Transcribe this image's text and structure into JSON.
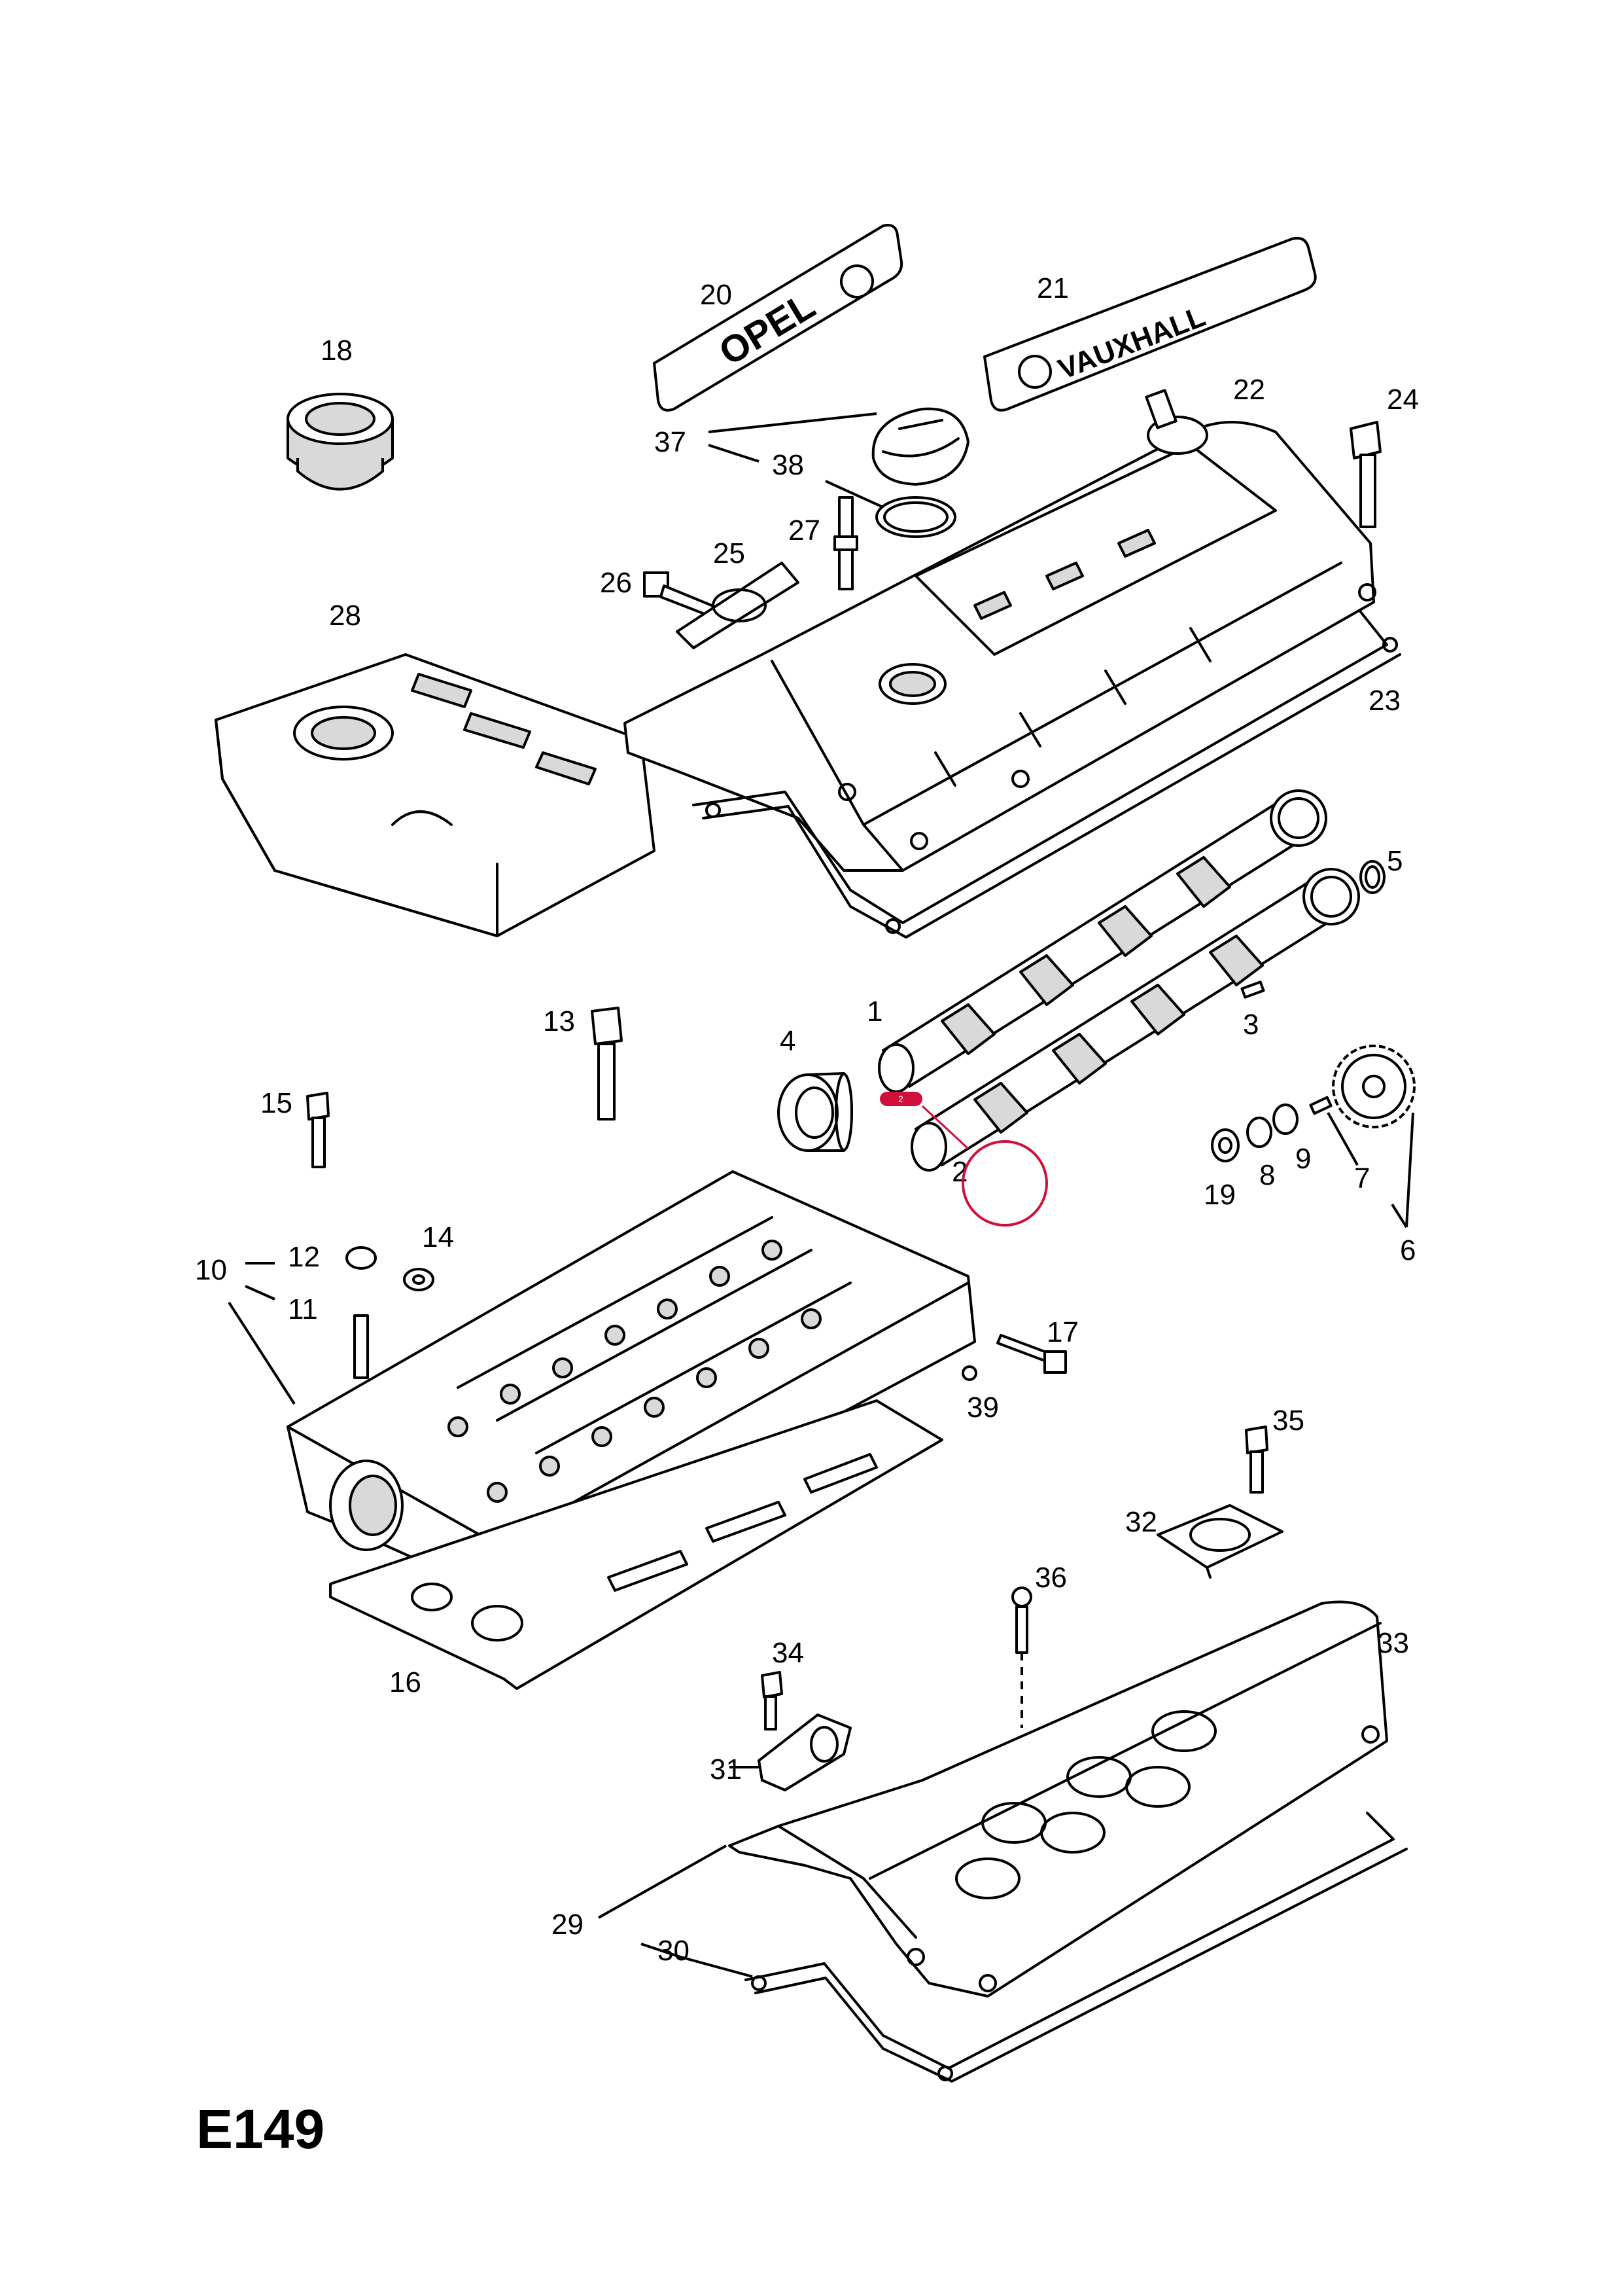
{
  "page_code": "E149",
  "nameplates": {
    "opel": "OPEL",
    "vauxhall": "VAUXHALL"
  },
  "callouts": [
    {
      "id": "c1",
      "label": "1"
    },
    {
      "id": "c2",
      "label": "2"
    },
    {
      "id": "c3",
      "label": "3"
    },
    {
      "id": "c4",
      "label": "4"
    },
    {
      "id": "c5",
      "label": "5"
    },
    {
      "id": "c6",
      "label": "6"
    },
    {
      "id": "c7",
      "label": "7"
    },
    {
      "id": "c8",
      "label": "8"
    },
    {
      "id": "c9",
      "label": "9"
    },
    {
      "id": "c10",
      "label": "10"
    },
    {
      "id": "c11",
      "label": "11"
    },
    {
      "id": "c12",
      "label": "12"
    },
    {
      "id": "c13",
      "label": "13"
    },
    {
      "id": "c14",
      "label": "14"
    },
    {
      "id": "c15",
      "label": "15"
    },
    {
      "id": "c16",
      "label": "16"
    },
    {
      "id": "c17",
      "label": "17"
    },
    {
      "id": "c18",
      "label": "18"
    },
    {
      "id": "c19",
      "label": "19"
    },
    {
      "id": "c20",
      "label": "20"
    },
    {
      "id": "c21",
      "label": "21"
    },
    {
      "id": "c22",
      "label": "22"
    },
    {
      "id": "c23",
      "label": "23"
    },
    {
      "id": "c24",
      "label": "24"
    },
    {
      "id": "c25",
      "label": "25"
    },
    {
      "id": "c26",
      "label": "26"
    },
    {
      "id": "c27",
      "label": "27"
    },
    {
      "id": "c28",
      "label": "28"
    },
    {
      "id": "c29",
      "label": "29"
    },
    {
      "id": "c30",
      "label": "30"
    },
    {
      "id": "c31",
      "label": "31"
    },
    {
      "id": "c32",
      "label": "32"
    },
    {
      "id": "c33",
      "label": "33"
    },
    {
      "id": "c34",
      "label": "34"
    },
    {
      "id": "c35",
      "label": "35"
    },
    {
      "id": "c36",
      "label": "36"
    },
    {
      "id": "c37",
      "label": "37"
    },
    {
      "id": "c38",
      "label": "38"
    },
    {
      "id": "c39",
      "label": "39"
    }
  ],
  "highlight": {
    "badge": "2",
    "color": "#d0103a"
  }
}
